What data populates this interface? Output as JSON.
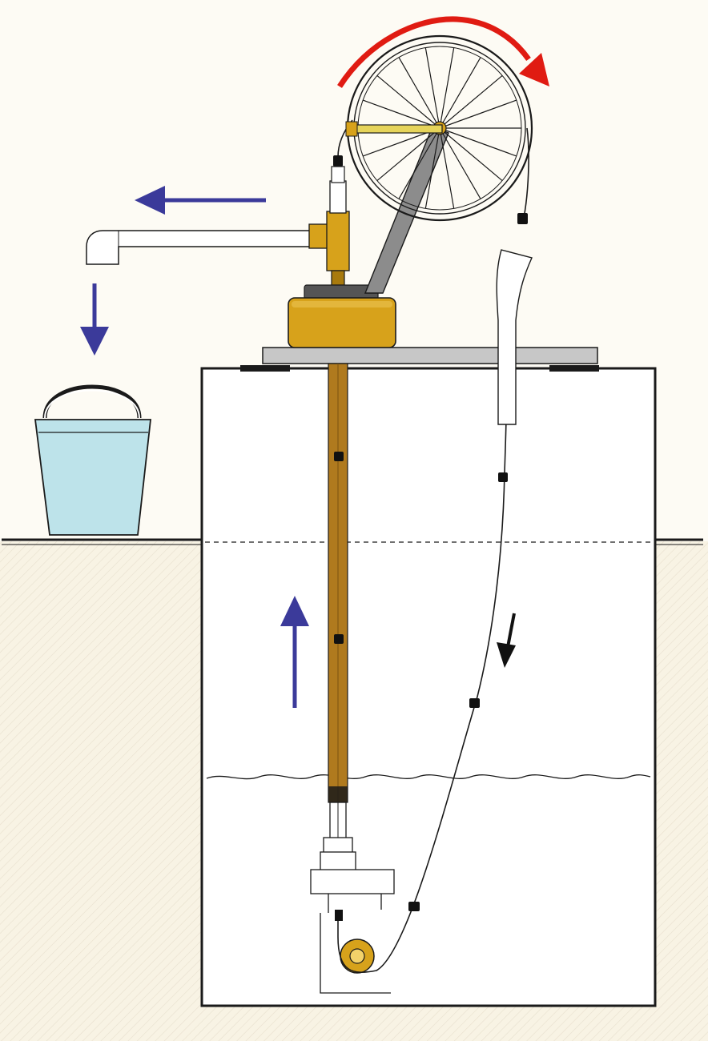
{
  "diagram": {
    "kind": "rope-pump-well",
    "colors": {
      "background": "#fdfbf4",
      "ground": "#f8f3e4",
      "ground_hatch": "#d9cfbb",
      "outline": "#1a1a1a",
      "flow_arrow": "#3b3a9a",
      "rotation_arrow": "#e01b12",
      "pump_body": "#d7a21b",
      "pump_body_dark": "#a87a0d",
      "riser_pipe": "#b07a1e",
      "riser_pipe_dark": "#7a5210",
      "platform": "#c7c7c7",
      "frame": "#8c8c8c",
      "handle": "#e6d45a",
      "bucket": "#bde3ea",
      "rope": "#1a1a1a",
      "piston": "#111111",
      "pulley": "#d7a21b"
    },
    "parts": [
      "wheel",
      "crank-handle",
      "support-frame",
      "pump-base",
      "platform",
      "outlet-spout",
      "rising-main",
      "guide-pipe",
      "rope-loop",
      "guide-box",
      "bottom-pulley",
      "bucket",
      "well-shaft",
      "water-surface",
      "ground-level"
    ],
    "arrows": [
      {
        "name": "wheel-rotation",
        "direction": "clockwise"
      },
      {
        "name": "spout-outflow",
        "direction": "left"
      },
      {
        "name": "pour-into-bucket",
        "direction": "down"
      },
      {
        "name": "water-rising",
        "direction": "up"
      },
      {
        "name": "rope-descending",
        "direction": "down"
      }
    ]
  }
}
